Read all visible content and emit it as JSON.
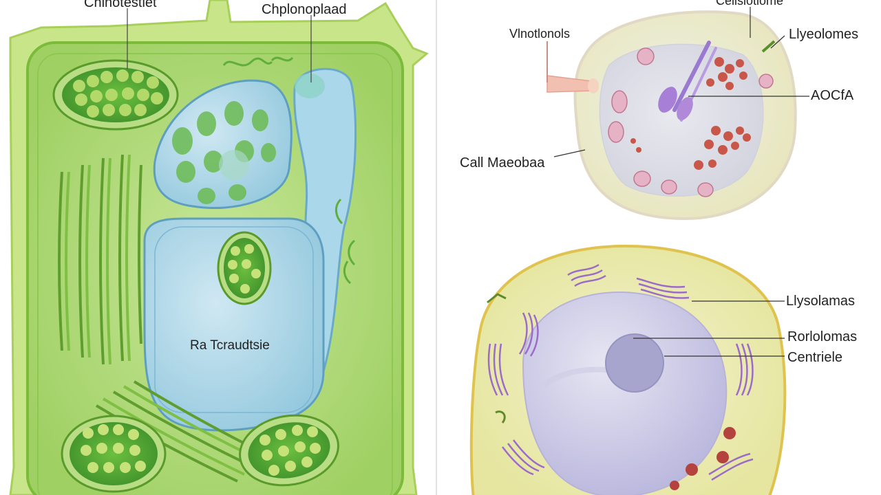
{
  "labels": {
    "plant_top_left": "Chlnotestiet",
    "plant_top_mid": "Chplonoplaad",
    "plant_vacuole": "Ra Tcraudtsie",
    "cell1_top": "Cellslotiome",
    "cell1_left_top": "Vlnotlonols",
    "cell1_right_top": "Llyeolomes",
    "cell1_right_mid": "AOCfA",
    "cell1_left_mid": "Call Maeobaa",
    "cell2_right_1": "Llysolamas",
    "cell2_right_2": "Rorlolomas",
    "cell2_right_3": "Centriele"
  },
  "colors": {
    "plant_wall": "#bfe07a",
    "plant_cytoplasm": "#a9d86a",
    "chloroplast": "#5fae3a",
    "vacuole": "#a9d4e6",
    "animal_cytoplasm": "#f0f0c8",
    "nucleus": "#c9c8e6",
    "lysosome": "#d48aa3",
    "golgi": "#9a6bc9",
    "divider": "#c8c8c8"
  }
}
